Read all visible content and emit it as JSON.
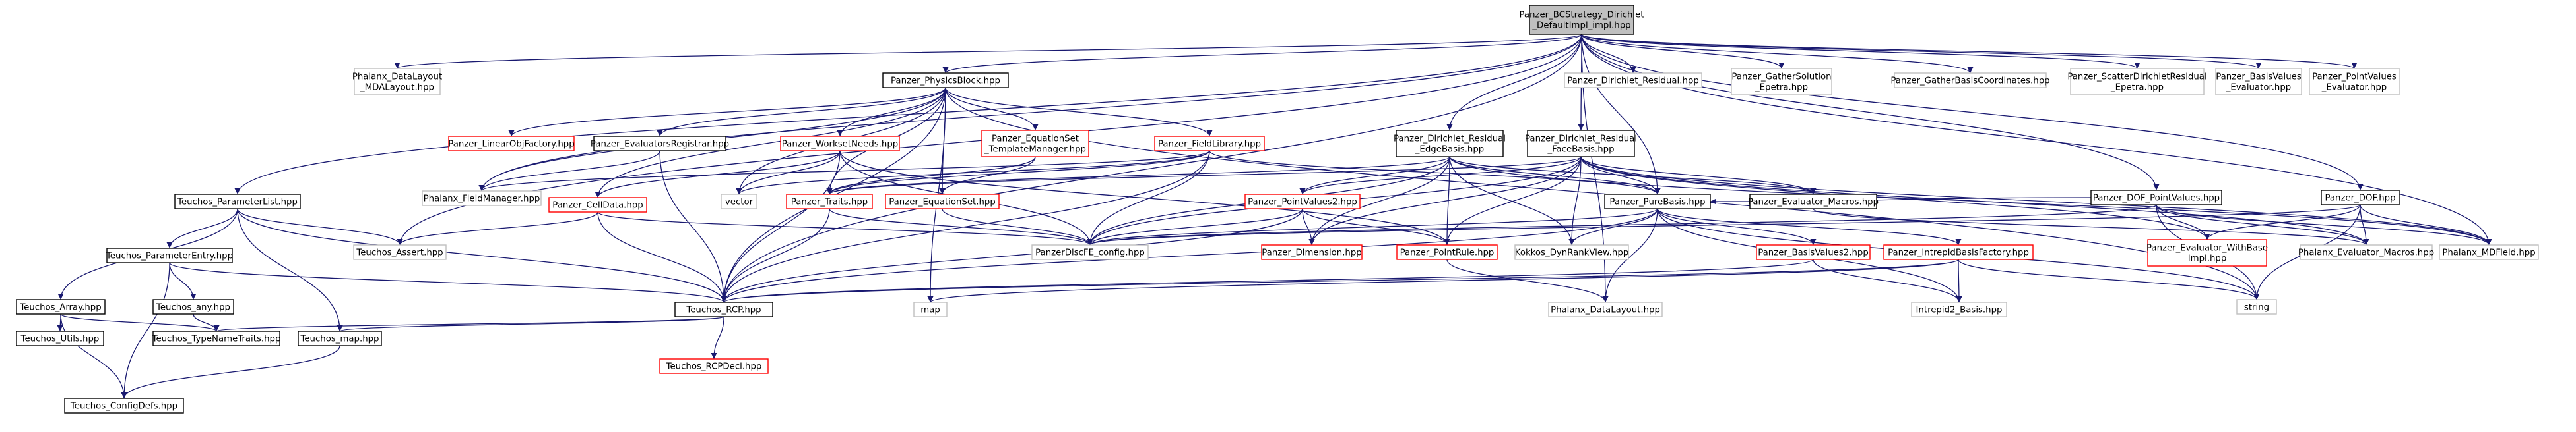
{
  "colors": {
    "edge": "#191970",
    "edge_gray": "#6e6e6e",
    "fill_root": "#bfbfbf",
    "border_root": "#000000",
    "border_black": "#000000",
    "border_red": "#ff0000",
    "border_gray": "#bfbfbf",
    "fill_white": "#ffffff"
  },
  "nodes": [
    {
      "id": "root",
      "lines": [
        "Panzer_BCStrategy_Dirichlet",
        "_DefaultImpl_impl.hpp"
      ],
      "style": "root"
    },
    {
      "id": "physicsblock",
      "lines": [
        "Panzer_PhysicsBlock.hpp"
      ],
      "style": "black"
    },
    {
      "id": "phx_datalayout_mda",
      "lines": [
        "Phalanx_DataLayout",
        "_MDALayout.hpp"
      ],
      "style": "gray"
    },
    {
      "id": "dirichlet_residual",
      "lines": [
        "Panzer_Dirichlet_Residual.hpp"
      ],
      "style": "gray"
    },
    {
      "id": "gather_solution_epetra",
      "lines": [
        "Panzer_GatherSolution",
        "_Epetra.hpp"
      ],
      "style": "gray"
    },
    {
      "id": "gather_basis_coords",
      "lines": [
        "Panzer_GatherBasisCoordinates.hpp"
      ],
      "style": "gray"
    },
    {
      "id": "scatter_dirichlet_residual",
      "lines": [
        "Panzer_ScatterDirichletResidual",
        "_Epetra.hpp"
      ],
      "style": "gray"
    },
    {
      "id": "basis_values_eval",
      "lines": [
        "Panzer_BasisValues",
        "_Evaluator.hpp"
      ],
      "style": "gray"
    },
    {
      "id": "point_values_eval",
      "lines": [
        "Panzer_PointValues",
        "_Evaluator.hpp"
      ],
      "style": "gray"
    },
    {
      "id": "linear_obj_factory",
      "lines": [
        "Panzer_LinearObjFactory.hpp"
      ],
      "style": "red"
    },
    {
      "id": "evaluators_registrar",
      "lines": [
        "Panzer_EvaluatorsRegistrar.hpp"
      ],
      "style": "black"
    },
    {
      "id": "workset_needs",
      "lines": [
        "Panzer_WorksetNeeds.hpp"
      ],
      "style": "red"
    },
    {
      "id": "equation_set_tm",
      "lines": [
        "Panzer_EquationSet",
        "_TemplateManager.hpp"
      ],
      "style": "red"
    },
    {
      "id": "field_library",
      "lines": [
        "Panzer_FieldLibrary.hpp"
      ],
      "style": "red"
    },
    {
      "id": "dirichlet_edge",
      "lines": [
        "Panzer_Dirichlet_Residual",
        "_EdgeBasis.hpp"
      ],
      "style": "black"
    },
    {
      "id": "dirichlet_face",
      "lines": [
        "Panzer_Dirichlet_Residual",
        "_FaceBasis.hpp"
      ],
      "style": "black"
    },
    {
      "id": "dof_point_values",
      "lines": [
        "Panzer_DOF_PointValues.hpp"
      ],
      "style": "black"
    },
    {
      "id": "dof",
      "lines": [
        "Panzer_DOF.hpp"
      ],
      "style": "black"
    },
    {
      "id": "parameter_list",
      "lines": [
        "Teuchos_ParameterList.hpp"
      ],
      "style": "black"
    },
    {
      "id": "phx_field_manager",
      "lines": [
        "Phalanx_FieldManager.hpp"
      ],
      "style": "gray"
    },
    {
      "id": "vector",
      "lines": [
        "vector"
      ],
      "style": "gray"
    },
    {
      "id": "traits",
      "lines": [
        "Panzer_Traits.hpp"
      ],
      "style": "red"
    },
    {
      "id": "equation_set",
      "lines": [
        "Panzer_EquationSet.hpp"
      ],
      "style": "red"
    },
    {
      "id": "cell_data",
      "lines": [
        "Panzer_CellData.hpp"
      ],
      "style": "red"
    },
    {
      "id": "point_values2",
      "lines": [
        "Panzer_PointValues2.hpp"
      ],
      "style": "red"
    },
    {
      "id": "pure_basis",
      "lines": [
        "Panzer_PureBasis.hpp"
      ],
      "style": "black"
    },
    {
      "id": "evaluator_macros",
      "lines": [
        "Panzer_Evaluator_Macros.hpp"
      ],
      "style": "black"
    },
    {
      "id": "parameter_entry",
      "lines": [
        "Teuchos_ParameterEntry.hpp"
      ],
      "style": "black"
    },
    {
      "id": "teuchos_assert",
      "lines": [
        "Teuchos_Assert.hpp"
      ],
      "style": "gray"
    },
    {
      "id": "discfe_config",
      "lines": [
        "PanzerDiscFE_config.hpp"
      ],
      "style": "gray"
    },
    {
      "id": "dimension",
      "lines": [
        "Panzer_Dimension.hpp"
      ],
      "style": "red"
    },
    {
      "id": "point_rule",
      "lines": [
        "Panzer_PointRule.hpp"
      ],
      "style": "red"
    },
    {
      "id": "kokkos_dynrankview",
      "lines": [
        "Kokkos_DynRankView.hpp"
      ],
      "style": "gray"
    },
    {
      "id": "evaluator_wbi",
      "lines": [
        "Panzer_Evaluator_WithBase",
        "Impl.hpp"
      ],
      "style": "red"
    },
    {
      "id": "phx_evaluator_macros",
      "lines": [
        "Phalanx_Evaluator_Macros.hpp"
      ],
      "style": "gray"
    },
    {
      "id": "phx_mdfield",
      "lines": [
        "Phalanx_MDField.hpp"
      ],
      "style": "gray"
    },
    {
      "id": "teuchos_array",
      "lines": [
        "Teuchos_Array.hpp"
      ],
      "style": "black"
    },
    {
      "id": "teuchos_any",
      "lines": [
        "Teuchos_any.hpp"
      ],
      "style": "black"
    },
    {
      "id": "teuchos_rcp",
      "lines": [
        "Teuchos_RCP.hpp"
      ],
      "style": "black"
    },
    {
      "id": "basis_values2",
      "lines": [
        "Panzer_BasisValues2.hpp"
      ],
      "style": "red"
    },
    {
      "id": "intrepid_basis_factory",
      "lines": [
        "Panzer_IntrepidBasisFactory.hpp"
      ],
      "style": "red"
    },
    {
      "id": "string",
      "lines": [
        "string"
      ],
      "style": "gray"
    },
    {
      "id": "map",
      "lines": [
        "map"
      ],
      "style": "gray"
    },
    {
      "id": "phx_datalayout",
      "lines": [
        "Phalanx_DataLayout.hpp"
      ],
      "style": "gray"
    },
    {
      "id": "intrepid2_basis",
      "lines": [
        "Intrepid2_Basis.hpp"
      ],
      "style": "gray"
    },
    {
      "id": "teuchos_utils",
      "lines": [
        "Teuchos_Utils.hpp"
      ],
      "style": "black"
    },
    {
      "id": "type_name_traits",
      "lines": [
        "Teuchos_TypeNameTraits.hpp"
      ],
      "style": "black"
    },
    {
      "id": "teuchos_map",
      "lines": [
        "Teuchos_map.hpp"
      ],
      "style": "black"
    },
    {
      "id": "rcp_decl",
      "lines": [
        "Teuchos_RCPDecl.hpp"
      ],
      "style": "red"
    },
    {
      "id": "config_defs",
      "lines": [
        "Teuchos_ConfigDefs.hpp"
      ],
      "style": "black"
    }
  ],
  "edges": [
    [
      "root",
      "physicsblock"
    ],
    [
      "root",
      "phx_datalayout_mda"
    ],
    [
      "root",
      "dirichlet_residual"
    ],
    [
      "root",
      "gather_solution_epetra"
    ],
    [
      "root",
      "gather_basis_coords"
    ],
    [
      "root",
      "scatter_dirichlet_residual"
    ],
    [
      "root",
      "basis_values_eval"
    ],
    [
      "root",
      "point_values_eval"
    ],
    [
      "root",
      "dirichlet_edge"
    ],
    [
      "root",
      "dirichlet_face"
    ],
    [
      "root",
      "dof_point_values"
    ],
    [
      "root",
      "dof"
    ],
    [
      "root",
      "parameter_list"
    ],
    [
      "root",
      "phx_field_manager"
    ],
    [
      "root",
      "teuchos_rcp"
    ],
    [
      "root",
      "pure_basis"
    ],
    [
      "root",
      "phx_mdfield"
    ],
    [
      "root",
      "teuchos_assert"
    ],
    [
      "root",
      "phx_datalayout"
    ],
    [
      "physicsblock",
      "linear_obj_factory"
    ],
    [
      "physicsblock",
      "evaluators_registrar"
    ],
    [
      "physicsblock",
      "workset_needs"
    ],
    [
      "physicsblock",
      "equation_set_tm"
    ],
    [
      "physicsblock",
      "field_library"
    ],
    [
      "physicsblock",
      "phx_field_manager"
    ],
    [
      "physicsblock",
      "vector"
    ],
    [
      "physicsblock",
      "traits"
    ],
    [
      "physicsblock",
      "equation_set"
    ],
    [
      "physicsblock",
      "cell_data"
    ],
    [
      "physicsblock",
      "teuchos_rcp"
    ],
    [
      "physicsblock",
      "map"
    ],
    [
      "physicsblock",
      "string"
    ],
    [
      "evaluators_registrar",
      "phx_field_manager"
    ],
    [
      "evaluators_registrar",
      "teuchos_rcp"
    ],
    [
      "workset_needs",
      "cell_data"
    ],
    [
      "workset_needs",
      "vector"
    ],
    [
      "workset_needs",
      "teuchos_rcp"
    ],
    [
      "workset_needs",
      "discfe_config"
    ],
    [
      "workset_needs",
      "point_rule"
    ],
    [
      "equation_set_tm",
      "equation_set"
    ],
    [
      "equation_set_tm",
      "traits"
    ],
    [
      "field_library",
      "pure_basis"
    ],
    [
      "field_library",
      "traits"
    ],
    [
      "field_library",
      "discfe_config"
    ],
    [
      "field_library",
      "teuchos_rcp"
    ],
    [
      "field_library",
      "vector"
    ],
    [
      "field_library",
      "phx_field_manager"
    ],
    [
      "dirichlet_edge",
      "point_values2"
    ],
    [
      "dirichlet_edge",
      "pure_basis"
    ],
    [
      "dirichlet_edge",
      "evaluator_macros"
    ],
    [
      "dirichlet_edge",
      "discfe_config"
    ],
    [
      "dirichlet_edge",
      "point_rule"
    ],
    [
      "dirichlet_edge",
      "dimension"
    ],
    [
      "dirichlet_edge",
      "phx_mdfield"
    ],
    [
      "dirichlet_edge",
      "kokkos_dynrankview"
    ],
    [
      "dirichlet_edge",
      "traits"
    ],
    [
      "dirichlet_face",
      "point_values2"
    ],
    [
      "dirichlet_face",
      "pure_basis"
    ],
    [
      "dirichlet_face",
      "evaluator_macros"
    ],
    [
      "dirichlet_face",
      "discfe_config"
    ],
    [
      "dirichlet_face",
      "point_rule"
    ],
    [
      "dirichlet_face",
      "dimension"
    ],
    [
      "dirichlet_face",
      "phx_mdfield"
    ],
    [
      "dirichlet_face",
      "kokkos_dynrankview"
    ],
    [
      "dirichlet_face",
      "evaluator_wbi"
    ],
    [
      "dirichlet_face",
      "phx_evaluator_macros"
    ],
    [
      "dirichlet_face",
      "traits"
    ],
    [
      "dof_point_values",
      "evaluator_wbi"
    ],
    [
      "dof_point_values",
      "phx_evaluator_macros"
    ],
    [
      "dof_point_values",
      "phx_mdfield"
    ],
    [
      "dof_point_values",
      "discfe_config"
    ],
    [
      "dof_point_values",
      "string"
    ],
    [
      "dof_point_values",
      "pure_basis"
    ],
    [
      "dof",
      "evaluator_wbi"
    ],
    [
      "dof",
      "phx_evaluator_macros"
    ],
    [
      "dof",
      "phx_mdfield"
    ],
    [
      "dof",
      "discfe_config"
    ],
    [
      "dof",
      "string"
    ],
    [
      "parameter_list",
      "parameter_entry"
    ],
    [
      "parameter_list",
      "teuchos_array"
    ],
    [
      "parameter_list",
      "teuchos_rcp"
    ],
    [
      "parameter_list",
      "teuchos_map"
    ],
    [
      "parameter_list",
      "teuchos_assert"
    ],
    [
      "parameter_entry",
      "teuchos_any"
    ],
    [
      "parameter_entry",
      "teuchos_rcp"
    ],
    [
      "parameter_entry",
      "config_defs"
    ],
    [
      "traits",
      "discfe_config"
    ],
    [
      "traits",
      "teuchos_rcp"
    ],
    [
      "equation_set",
      "discfe_config"
    ],
    [
      "cell_data",
      "discfe_config"
    ],
    [
      "cell_data",
      "teuchos_rcp"
    ],
    [
      "cell_data",
      "teuchos_assert"
    ],
    [
      "point_values2",
      "dimension"
    ],
    [
      "point_values2",
      "point_rule"
    ],
    [
      "point_values2",
      "discfe_config"
    ],
    [
      "point_values2",
      "teuchos_rcp"
    ],
    [
      "pure_basis",
      "kokkos_dynrankview"
    ],
    [
      "pure_basis",
      "basis_values2"
    ],
    [
      "pure_basis",
      "intrepid_basis_factory"
    ],
    [
      "pure_basis",
      "phx_datalayout"
    ],
    [
      "pure_basis",
      "teuchos_rcp"
    ],
    [
      "pure_basis",
      "discfe_config"
    ],
    [
      "pure_basis",
      "string"
    ],
    [
      "pure_basis",
      "intrepid2_basis"
    ],
    [
      "point_rule",
      "phx_datalayout"
    ],
    [
      "basis_values2",
      "teuchos_rcp"
    ],
    [
      "basis_values2",
      "intrepid2_basis"
    ],
    [
      "intrepid_basis_factory",
      "intrepid2_basis"
    ],
    [
      "intrepid_basis_factory",
      "string"
    ],
    [
      "intrepid_basis_factory",
      "map"
    ],
    [
      "intrepid_basis_factory",
      "teuchos_rcp"
    ],
    [
      "teuchos_rcp",
      "type_name_traits"
    ],
    [
      "teuchos_rcp",
      "rcp_decl"
    ],
    [
      "teuchos_rcp",
      "teuchos_map"
    ],
    [
      "teuchos_array",
      "teuchos_utils"
    ],
    [
      "teuchos_array",
      "type_name_traits"
    ],
    [
      "teuchos_array",
      "config_defs"
    ],
    [
      "teuchos_any",
      "type_name_traits"
    ],
    [
      "teuchos_map",
      "config_defs"
    ],
    [
      "evaluator_macros",
      "phx_evaluator_macros"
    ]
  ]
}
